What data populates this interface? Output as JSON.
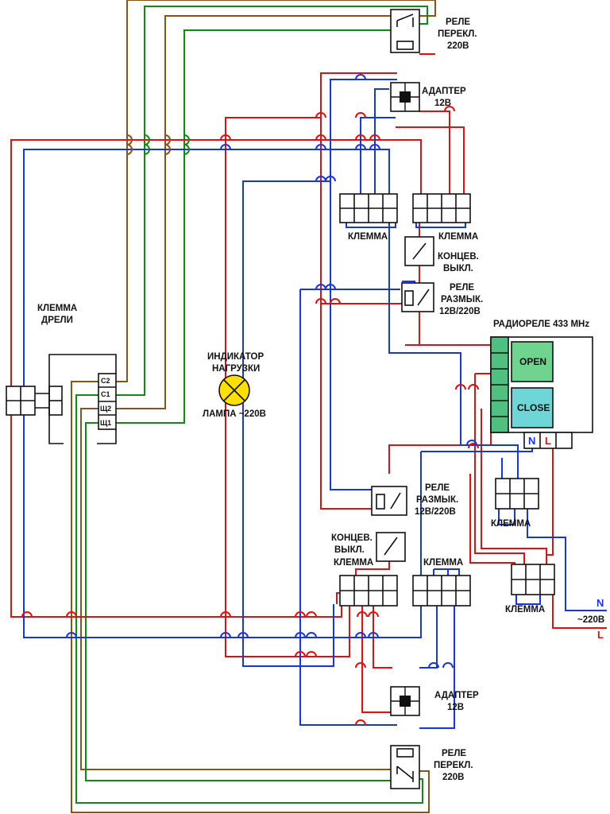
{
  "colors": {
    "phase": "#e01010",
    "neutral": "#1836e0",
    "green_wire": "#108a10",
    "brown_wire": "#8a5418",
    "open_button": "#6fd490",
    "close_button": "#6ed6d6",
    "radio_channels": "#4ec080",
    "lamp": "#ffe000"
  },
  "labels": {
    "relay_switch_top": [
      "РЕЛЕ",
      "ПЕРЕКЛ.",
      "220В"
    ],
    "adapter_top": [
      "АДАПТЕР",
      "12В"
    ],
    "terminal_top_left": "КЛЕММА",
    "terminal_top_right": "КЛЕММА",
    "limit_switch_top": [
      "КОНЦЕВ.",
      "ВЫКЛ."
    ],
    "relay_break_top": [
      "РЕЛЕ",
      "РАЗМЫК.",
      "12В/220В"
    ],
    "radio_relay": "РАДИОРЕЛЕ 433 MHz",
    "drill_terminal": [
      "КЛЕММА",
      "ДРЕЛИ"
    ],
    "load_indicator": [
      "ИНДИКАТОР",
      "НАГРУЗКИ"
    ],
    "lamp": "ЛАМПА ~220В",
    "relay_break_bottom": [
      "РЕЛЕ",
      "РАЗМЫК.",
      "12В/220В"
    ],
    "terminal_radio": "КЛЕММА",
    "limit_switch_bottom": [
      "КОНЦЕВ.",
      "ВЫКЛ."
    ],
    "terminal_bottom_left": "КЛЕММА",
    "terminal_bottom_right": "КЛЕММА",
    "terminal_mains": "КЛЕММА",
    "adapter_bottom": [
      "АДАПТЕР",
      "12В"
    ],
    "relay_switch_bottom": [
      "РЕЛЕ",
      "ПЕРЕКЛ.",
      "220В"
    ]
  },
  "radio_relay": {
    "open_label": "OPEN",
    "close_label": "CLOSE",
    "neutral_contact": "N",
    "line_contact": "L"
  },
  "drill_pins": [
    "С2",
    "С1",
    "Щ2",
    "Щ1"
  ],
  "mains": {
    "neutral": "N",
    "voltage": "~220В",
    "line": "L"
  }
}
